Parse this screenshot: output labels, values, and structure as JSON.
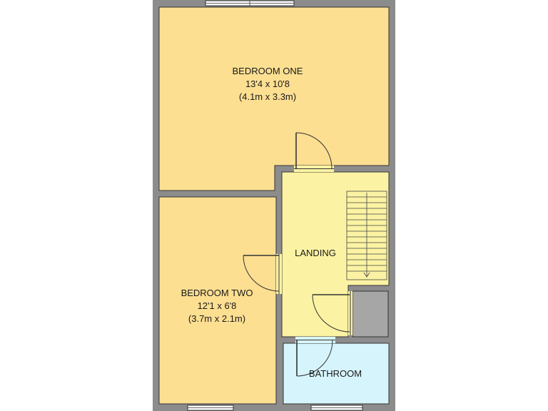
{
  "colors": {
    "wall": "#8c8c8c",
    "bedroom": "#fddf92",
    "landing": "#fbf3a3",
    "bathroom": "#d6f4fb",
    "cupboard": "#a6a6a6",
    "door": "#333333"
  },
  "rooms": {
    "bedroom_one": {
      "name": "BEDROOM ONE",
      "imperial": "13'4 x 10'8",
      "metric": "(4.1m x 3.3m)"
    },
    "bedroom_two": {
      "name": "BEDROOM TWO",
      "imperial": "12'1 x 6'8",
      "metric": "(3.7m x 2.1m)"
    },
    "landing": {
      "name": "LANDING"
    },
    "bathroom": {
      "name": "BATHROOM"
    }
  }
}
